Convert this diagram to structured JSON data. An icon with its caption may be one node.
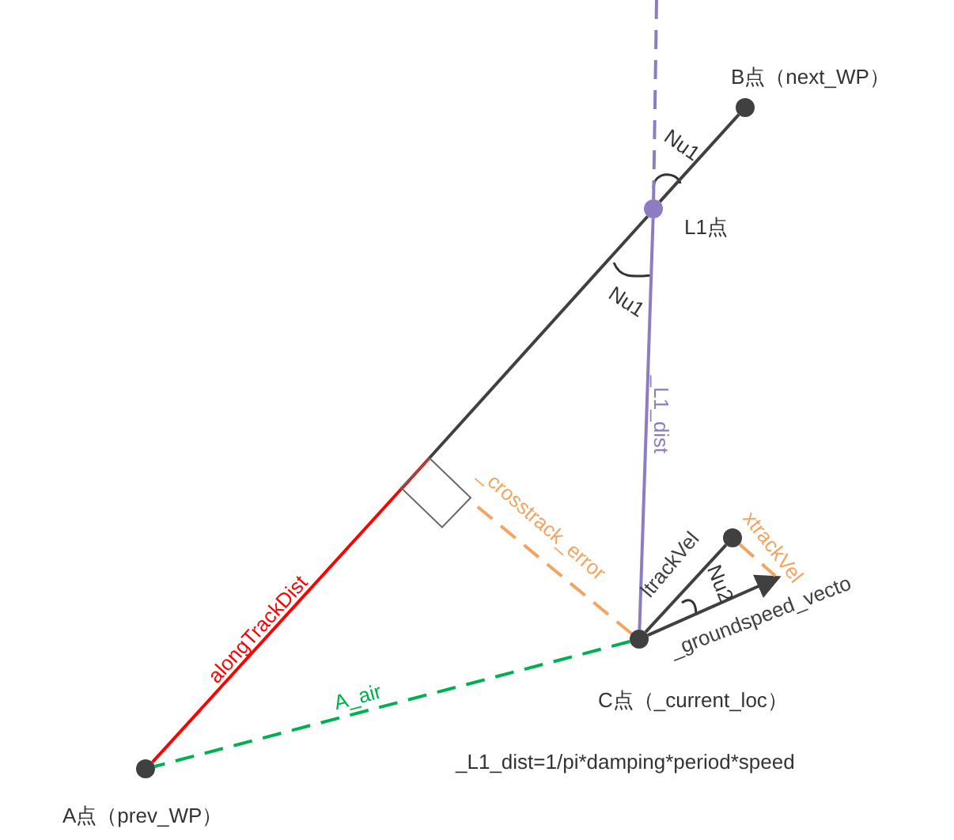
{
  "diagram": {
    "nodes": [
      {
        "text": [
          "A点（prev_WP）"
        ]
      },
      {
        "text": [
          "B点（next_WP）"
        ]
      },
      {
        "text": [
          "L1点"
        ]
      },
      {
        "text": [
          "C点（_current_loc）"
        ]
      },
      {
        "text": [],
        "shape": "circle"
      },
      {
        "text": [],
        "shape": "box"
      }
    ],
    "edges": [
      {
        "from": 5,
        "to": 2,
        "arrow": "none"
      },
      {
        "from": 2,
        "to": 3,
        "arrow": "none",
        "label": "_L1_dist",
        "color": "#8e7cc3"
      },
      {
        "from": 2,
        "to": null,
        "arrow": "none",
        "style": "dashed",
        "color": "#8e7cc3"
      },
      {
        "from": 3,
        "to": 0,
        "arrow": "none",
        "label": "A_air",
        "style": "dashed",
        "color": "#00b050"
      },
      {
        "from": 0,
        "to": 5,
        "arrow": "none",
        "label": "alongTrackDist",
        "color": "#ff0000"
      },
      {
        "from": 3,
        "to": 5,
        "arrow": "none",
        "label": "_crosstrack_error",
        "style": "dashed",
        "color": "#f4a460"
      },
      {
        "from": 3,
        "to": 4,
        "arrow": "none",
        "label": "ltrackVel"
      },
      {
        "from": 3,
        "to": null,
        "arrow": "to",
        "label": "_groundspeed_vecto"
      },
      {
        "from": 4,
        "to": null,
        "arrow": "none",
        "label": "xtrackVel",
        "style": "dashed",
        "color": "#f4a460"
      },
      {
        "from": 2,
        "to": 1,
        "arrow": "none"
      }
    ],
    "labels": [
      "Nu1",
      "Nu1",
      "Nu2",
      "_L1_dist=1/pi*damping*period*speed"
    ]
  }
}
